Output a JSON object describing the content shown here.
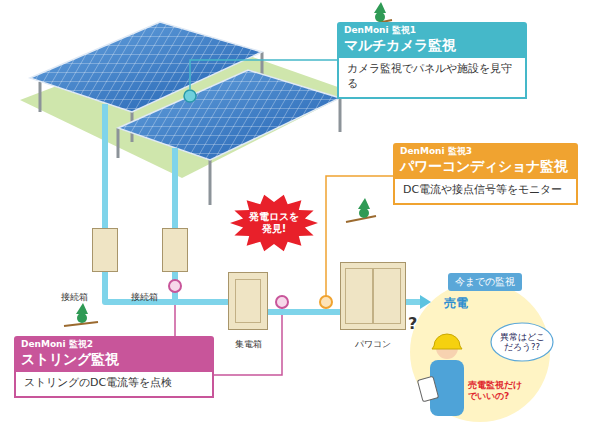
{
  "diagram": {
    "nodes": [
      {
        "text": [
          "DenMoni 監視1",
          "マルチカメラ監視",
          "カメラ監視でパネルや施設を見守る"
        ]
      },
      {
        "text": [
          "DenMoni 監視3",
          "パワーコンディショナ監視",
          "DC電流や接点信号等をモニター"
        ]
      },
      {
        "text": [
          "DenMoni 監視2",
          "ストリング監視",
          "ストリングのDC電流等を点検"
        ]
      },
      {
        "text": [
          "発電ロスを発見!"
        ]
      },
      {
        "text": [
          "接続箱"
        ]
      },
      {
        "text": [
          "接続箱"
        ]
      },
      {
        "text": [
          "集電箱"
        ]
      },
      {
        "text": [
          "パワコン"
        ]
      },
      {
        "text": [
          "今までの監視",
          "売電"
        ]
      },
      {
        "text": [
          "異常はどこだろう??"
        ],
        "in": 8
      }
    ],
    "edges": [
      {
        "from": 4,
        "to": 6,
        "arrow": "none"
      },
      {
        "from": 5,
        "to": 6,
        "arrow": "none"
      },
      {
        "from": 6,
        "to": 7,
        "arrow": "none"
      },
      {
        "from": 7,
        "to": 8,
        "arrow": "to"
      }
    ],
    "labels": [
      "?",
      "売電監視だけでいいの?"
    ]
  }
}
